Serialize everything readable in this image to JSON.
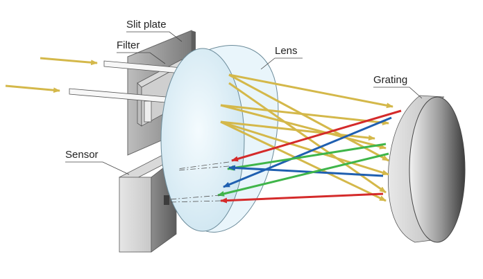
{
  "labels": {
    "slit_plate": "Slit plate",
    "filter": "Filter",
    "lens": "Lens",
    "grating": "Grating",
    "sensor": "Sensor"
  },
  "colors": {
    "incoming_light": "#d4b84a",
    "red_ray": "#d42a2a",
    "green_ray": "#3fb54a",
    "blue_ray": "#1f5fb0",
    "lens_fill": "#dff0f8",
    "lens_edge": "#6a8a99",
    "grating_dark": "#555555",
    "plate_gray": "#9a9a9a"
  }
}
